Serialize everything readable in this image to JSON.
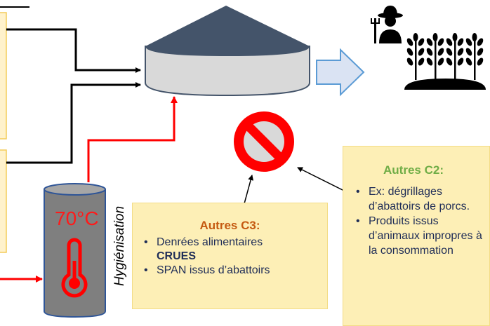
{
  "hygienisation": {
    "temperature": "70°C",
    "label": "Hygiénisation"
  },
  "panel_c3": {
    "title": "Autres C3:",
    "items": [
      {
        "text": "Denrées alimentaires",
        "bold_continuation": "CRUES"
      },
      {
        "text": "SPAN issus d’abattoirs"
      }
    ]
  },
  "panel_c2": {
    "title": "Autres C2:",
    "items": [
      {
        "text": "Ex: dégrillages d’abattoirs de porcs."
      },
      {
        "text": "Produits issus d’animaux impropres à la consommation"
      }
    ]
  },
  "icons": {
    "farmer": "farmer-icon",
    "crops": "wheat-crop-icon",
    "prohibited": "no-entry-icon",
    "thermometer": "thermometer-icon"
  },
  "colors": {
    "arrow_black": "#000000",
    "arrow_red": "#ff0000",
    "digester_roof": "#44546a",
    "digester_body": "#d9d9d9",
    "hygienisation_tank": "#7f7f7f",
    "panel_fill": "#fdefb6",
    "left_panel_fill": "#fff2cc",
    "c3_title": "#c55a11",
    "c2_title": "#70ad47",
    "prohibited_red": "#ff0000",
    "outflow_arrow": "#dae3f3"
  }
}
